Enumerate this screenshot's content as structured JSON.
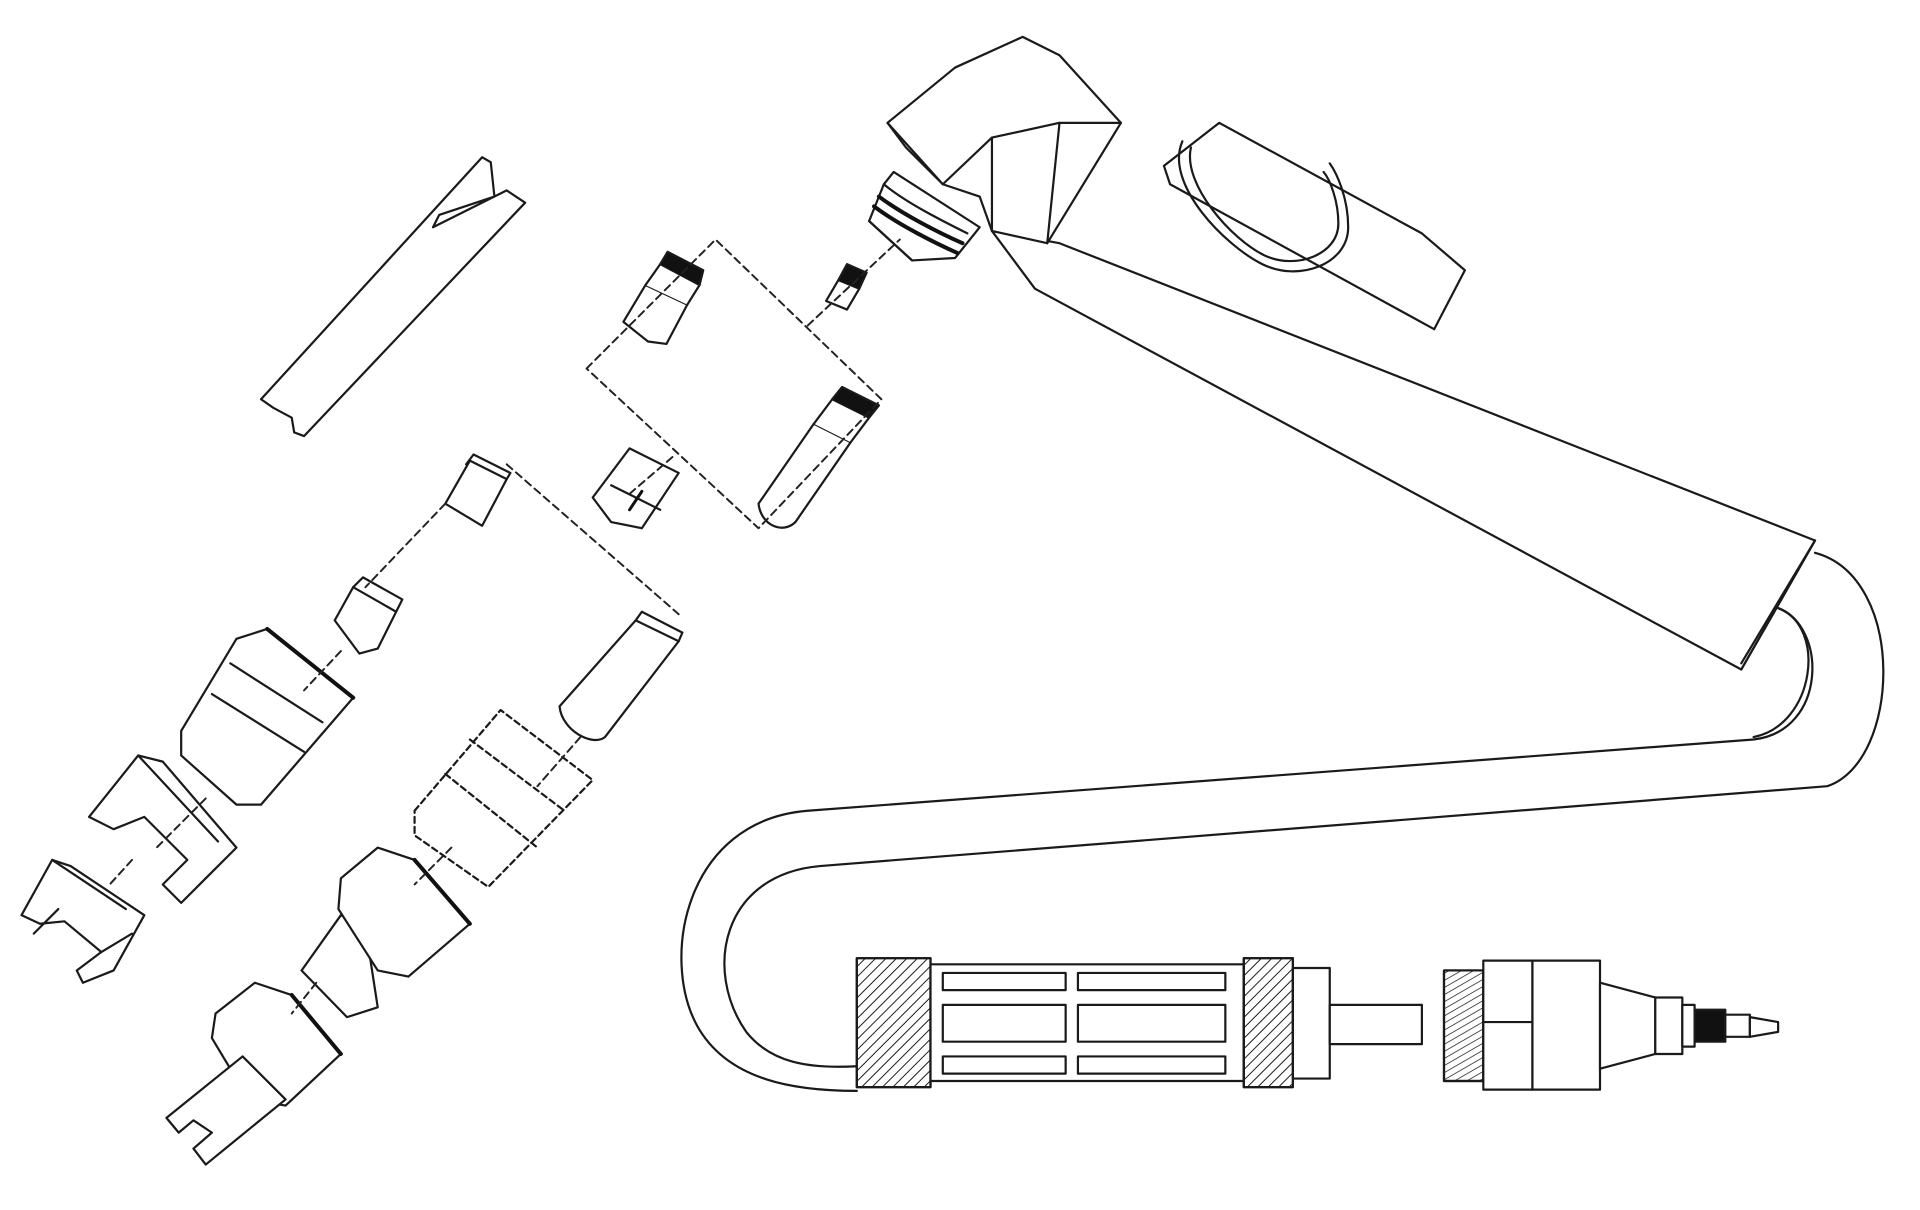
{
  "diagram": {
    "kind": "exploded-view line drawing",
    "colors": {
      "background": "#ffffff",
      "stroke": "#1a1a1a",
      "dark_fill": "#111111",
      "dashed_line": "#222222"
    },
    "parts": [
      {
        "id": "spanner-wrench-long"
      },
      {
        "id": "spanner-wrench-short"
      },
      {
        "id": "standoff-guide-large"
      },
      {
        "id": "standoff-guide-small"
      },
      {
        "id": "shield-cup-large"
      },
      {
        "id": "shield-cup-medium"
      },
      {
        "id": "shield-cup-short"
      },
      {
        "id": "nozzle-tip"
      },
      {
        "id": "nozzle-retaining"
      },
      {
        "id": "swirl-ring-small"
      },
      {
        "id": "swirl-ring-large"
      },
      {
        "id": "electrode-short"
      },
      {
        "id": "electrode-long"
      },
      {
        "id": "electrode-thread-pin"
      },
      {
        "id": "extended-cap-dashed"
      },
      {
        "id": "torch-head"
      },
      {
        "id": "torch-handle"
      },
      {
        "id": "trigger-guard"
      },
      {
        "id": "torch-cable"
      },
      {
        "id": "cable-connector-sleeve"
      },
      {
        "id": "central-connector-adapter"
      },
      {
        "id": "gas-fitting"
      }
    ]
  }
}
